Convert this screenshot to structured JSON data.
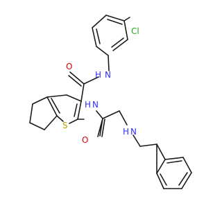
{
  "molecule": {
    "atom_labels": {
      "amide_o": "O",
      "amide_nh": "N",
      "amide_h": "H",
      "chloro": "Cl",
      "thio_nh": "N",
      "thio_h": "H",
      "sulfur": "S",
      "gly_o": "O",
      "amine_nh": "N",
      "amine_h": "H"
    },
    "colors": {
      "oxygen": "#e00000",
      "nitrogen": "#2d2dff",
      "sulfur": "#b8a400",
      "chlorine": "#1faa1f",
      "bond": "#1a1a1a",
      "background": "#ffffff"
    }
  }
}
